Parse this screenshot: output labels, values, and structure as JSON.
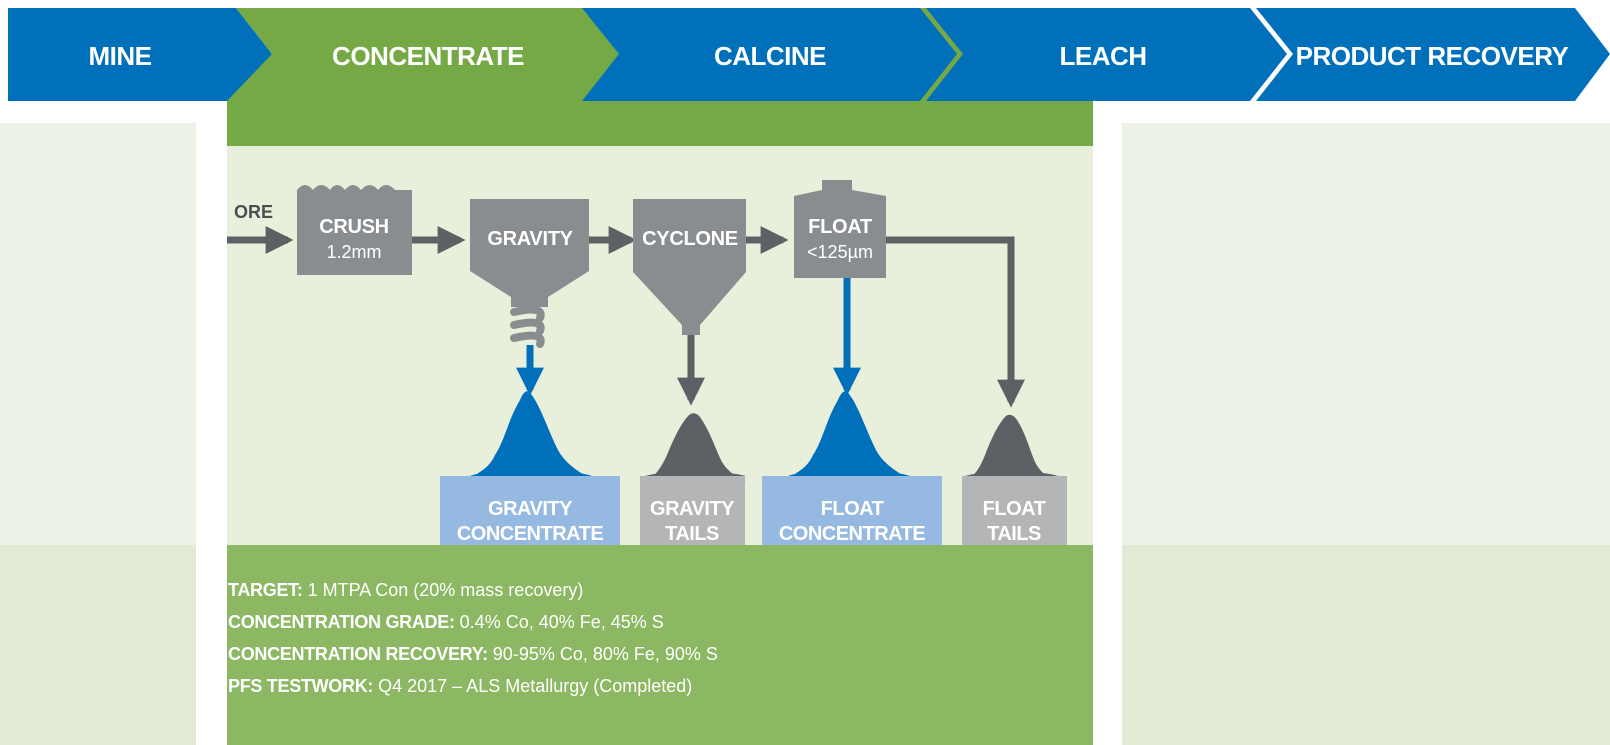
{
  "colors": {
    "blue": "#0070bb",
    "green": "#75a945",
    "green_bottom": "#8db863",
    "light_green": "#edf2e6",
    "panel_green": "#e2ead6",
    "grey": "#898d90",
    "dark_grey": "#5d6165",
    "light_blue": "#96b9e1",
    "light_grey": "#b3b5b7"
  },
  "steps": [
    {
      "label": "MINE",
      "active": false
    },
    {
      "label": "CONCENTRATE",
      "active": true
    },
    {
      "label": "CALCINE",
      "active": false
    },
    {
      "label": "LEACH",
      "active": false
    },
    {
      "label": "PRODUCT RECOVERY",
      "active": false
    }
  ],
  "flow": {
    "ore_label": "ORE",
    "crush": {
      "title": "CRUSH",
      "sub": "1.2mm"
    },
    "gravity": {
      "title": "GRAVITY"
    },
    "cyclone": {
      "title": "CYCLONE"
    },
    "float": {
      "title": "FLOAT",
      "sub": "<125µm"
    }
  },
  "outputs": [
    {
      "line1": "GRAVITY",
      "line2": "CONCENTRATE",
      "kind": "concentrate"
    },
    {
      "line1": "GRAVITY",
      "line2": "TAILS",
      "kind": "tails"
    },
    {
      "line1": "FLOAT",
      "line2": "CONCENTRATE",
      "kind": "concentrate"
    },
    {
      "line1": "FLOAT",
      "line2": "TAILS",
      "kind": "tails"
    }
  ],
  "summary": [
    {
      "key": "TARGET:",
      "value": "1 MTPA Con (20% mass recovery)"
    },
    {
      "key": "CONCENTRATION GRADE:",
      "value": "0.4% Co, 40% Fe, 45% S"
    },
    {
      "key": "CONCENTRATION RECOVERY:",
      "value": "90-95% Co, 80% Fe, 90% S"
    },
    {
      "key": "PFS TESTWORK:",
      "value": "Q4 2017 – ALS Metallurgy (Completed)"
    }
  ]
}
